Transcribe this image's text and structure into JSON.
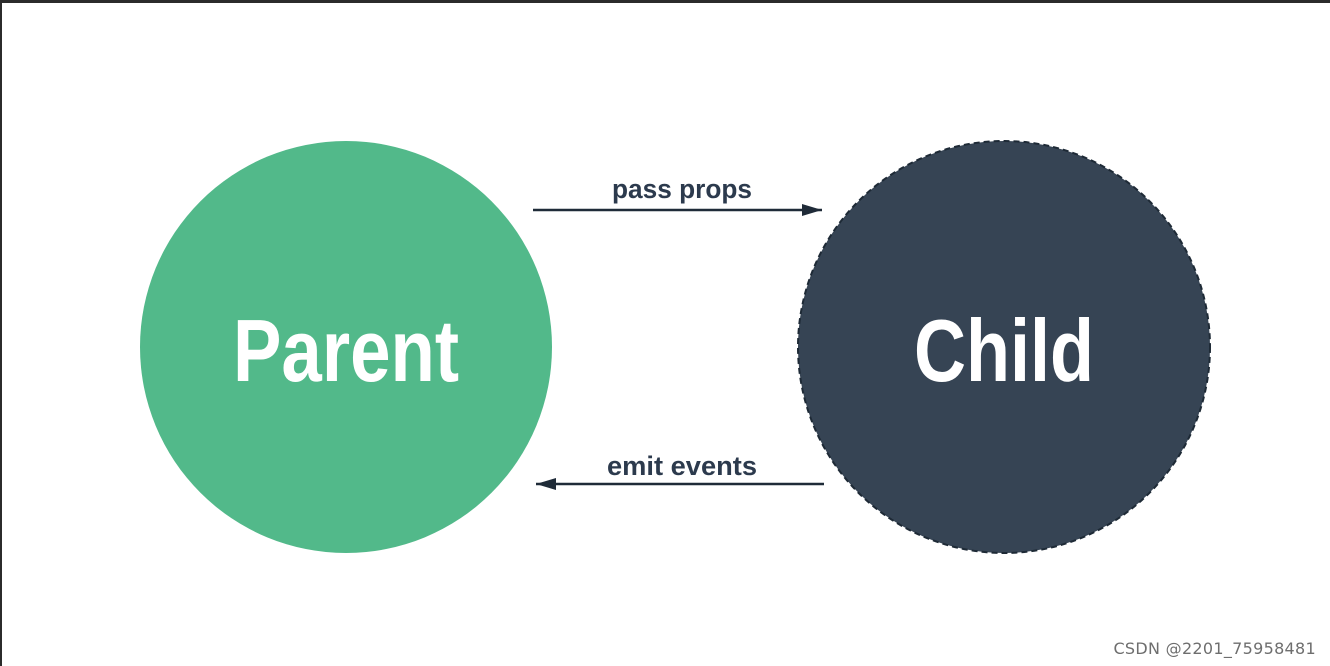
{
  "diagram": {
    "nodes": {
      "parent": {
        "label": "Parent",
        "fill": "#52b98a"
      },
      "child": {
        "label": "Child",
        "fill": "#364454",
        "stroke": "#1e2a36"
      }
    },
    "edges": {
      "pass_props": {
        "label": "pass props",
        "color": "#1f2b38"
      },
      "emit_events": {
        "label": "emit events",
        "color": "#1f2b38"
      }
    }
  },
  "watermark": "CSDN @2201_75958481"
}
